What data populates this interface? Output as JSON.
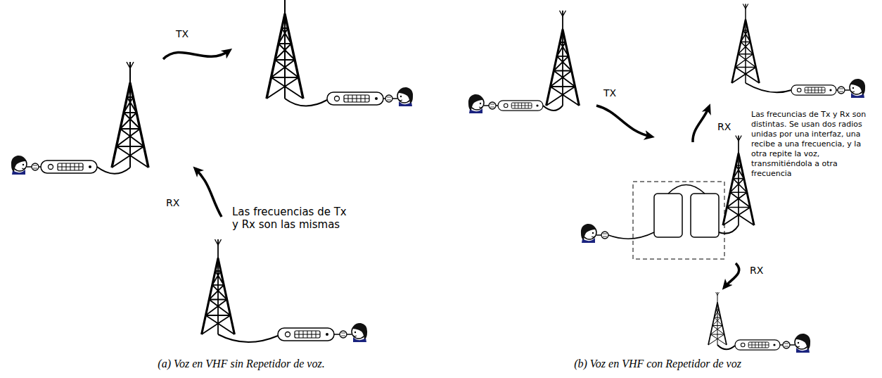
{
  "diagram": {
    "labels": [
      "TX",
      "RX",
      "Las frecuencias de Tx y Rx son las mismas",
      "(a) Voz en VHF sin Repetidor de voz.",
      "TX",
      "RX",
      "Las frecuncias de Tx y Rx son distintas. Se usan dos radios unidas por una interfaz, una recibe a una frecuencia, y la otra repite la voz, transmitiéndola a otra frecuencia",
      "RX",
      "(b) Voz en VHF con Repetidor de voz"
    ]
  }
}
